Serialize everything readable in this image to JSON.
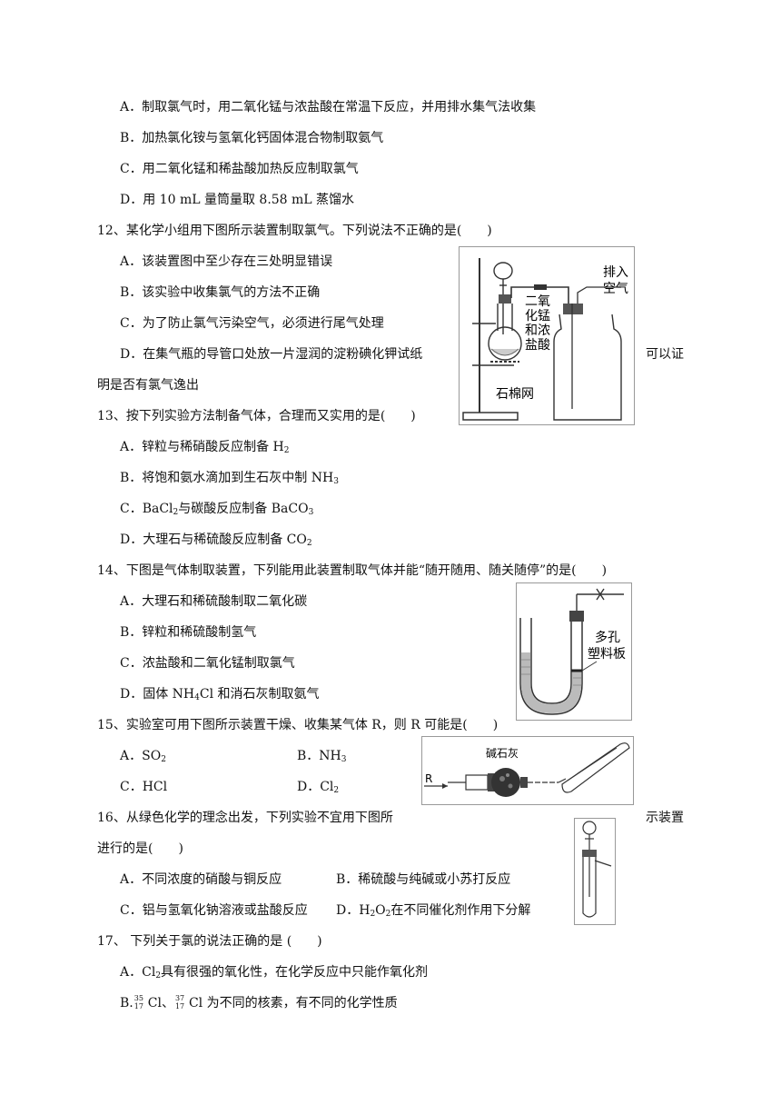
{
  "q11_options": {
    "A": "A．制取氯气时，用二氧化锰与浓盐酸在常温下反应，并用排水集气法收集",
    "B": "B．加热氯化铵与氢氧化钙固体混合物制取氨气",
    "C": "C．用二氧化锰和稀盐酸加热反应制取氯气",
    "D": "D．用 10 mL 量筒量取 8.58 mL 蒸馏水"
  },
  "q12": {
    "stem": "12、某化学小组用下图所示装置制取氯气。下列说法不正确的是(　　)",
    "A": "A．该装置图中至少存在三处明显错误",
    "B": "B．该实验中收集氯气的方法不正确",
    "C": "C．为了防止氯气污染空气，必须进行尾气处理",
    "D": "D．在集气瓶的导管口处放一片湿润的淀粉碘化钾试纸",
    "D_tail": "可以证",
    "D_cont": "明是否有氯气逸出",
    "fig_label_reagent": [
      "二氧",
      "化锰",
      "和浓",
      "盐酸"
    ],
    "fig_label_vent": [
      "排入",
      "空气"
    ],
    "fig_label_gauze": "石棉网"
  },
  "q13": {
    "stem": "13、按下列实验方法制备气体，合理而又实用的是(　　)",
    "A_pre": "A．锌粒与稀硝酸反应制备 H",
    "A_sub": "2",
    "B_pre": "B．将饱和氨水滴加到生石灰中制 NH",
    "B_sub": "3",
    "C_pre": "C．BaCl",
    "C_sub1": "2",
    "C_mid": "与碳酸反应制备 BaCO",
    "C_sub2": "3",
    "D_pre": "D．大理石与稀硫酸反应制备 CO",
    "D_sub": "2"
  },
  "q14": {
    "stem": "14、下图是气体制取装置，下列能用此装置制取气体并能“随开随用、随关随停”的是(　　)",
    "A": "A．大理石和稀硫酸制取二氧化碳",
    "B": "B．锌粒和稀硫酸制氢气",
    "C": "C．浓盐酸和二氧化锰制取氯气",
    "D_pre": "D．固体 NH",
    "D_sub": "4",
    "D_post": "Cl 和消石灰制取氨气",
    "fig_label": [
      "多孔",
      "塑料板"
    ]
  },
  "q15": {
    "stem": "15、实验室可用下图所示装置干燥、收集某气体 R，则 R 可能是(　　)",
    "A_pre": "A．SO",
    "A_sub": "2",
    "B_pre": "B．NH",
    "B_sub": "3",
    "C": "C．HCl",
    "D_pre": "D．Cl",
    "D_sub": "2",
    "fig_label": "碱石灰",
    "fig_R": "R"
  },
  "q16": {
    "stem": "16、从绿色化学的理念出发，下列实验不宜用下图所",
    "stem_tail": "示装置",
    "stem_cont": "进行的是(　　)",
    "A": "A．不同浓度的硝酸与铜反应",
    "B": "B．稀硫酸与纯碱或小苏打反应",
    "C": "C．铝与氢氧化钠溶液或盐酸反应",
    "D_pre": "D．H",
    "D_sub1": "2",
    "D_mid": "O",
    "D_sub2": "2",
    "D_post": "在不同催化剂作用下分解"
  },
  "q17": {
    "stem": "17、 下列关于氯的说法正确的是 (　　)",
    "A_pre": "A．Cl",
    "A_sub": "2",
    "A_post": "具有很强的氧化性，在化学反应中只能作氧化剂",
    "B_pre": "B.",
    "B_n1_mass": "35",
    "B_n1_z": "17",
    "B_mid": "Cl、",
    "B_n2_mass": "37",
    "B_n2_z": "17",
    "B_post": "Cl 为不同的核素，有不同的化学性质"
  }
}
